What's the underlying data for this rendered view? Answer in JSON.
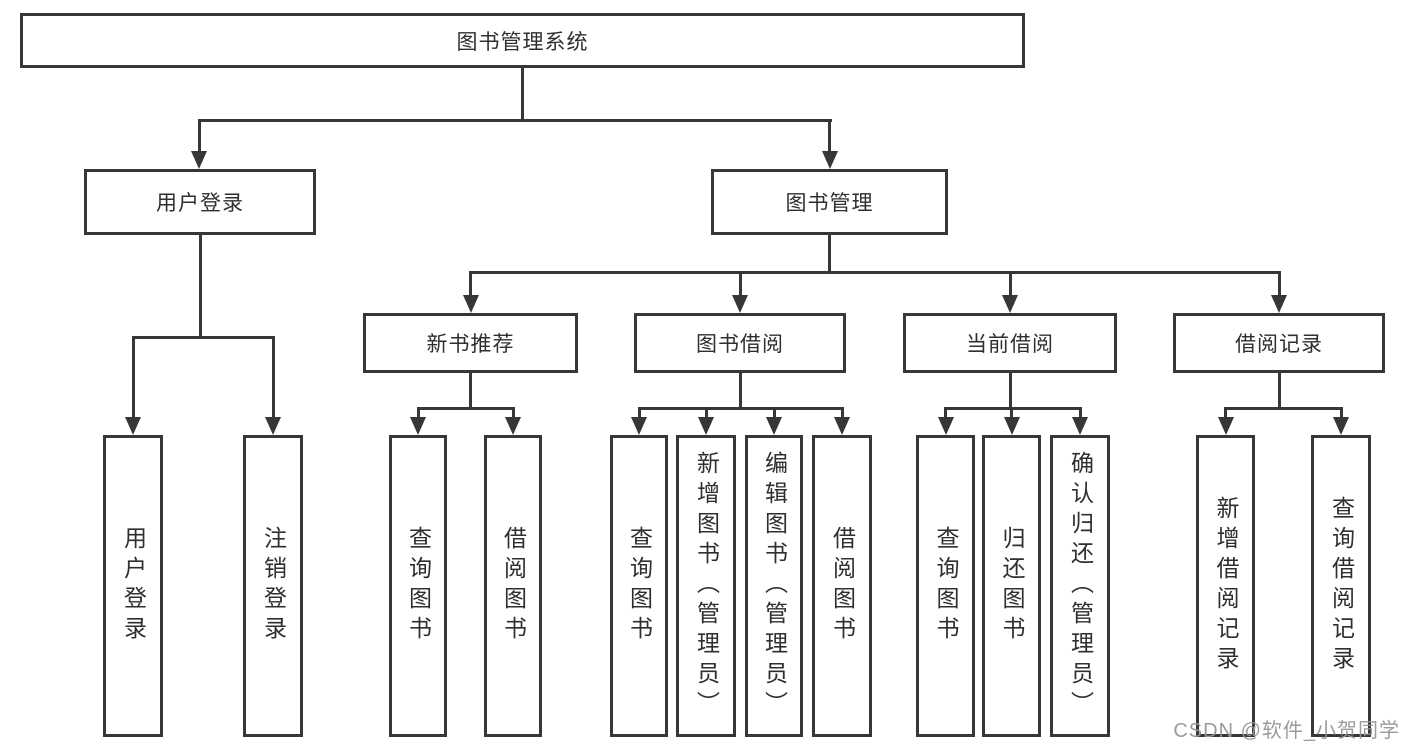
{
  "tree": {
    "label": "图书管理系统",
    "children": [
      {
        "label": "用户登录",
        "children": [
          {
            "label": "用户登录"
          },
          {
            "label": "注销登录"
          }
        ]
      },
      {
        "label": "图书管理",
        "children": [
          {
            "label": "新书推荐",
            "children": [
              {
                "label": "查询图书"
              },
              {
                "label": "借阅图书"
              }
            ]
          },
          {
            "label": "图书借阅",
            "children": [
              {
                "label": "查询图书"
              },
              {
                "label": "新增图书（管理员）"
              },
              {
                "label": "编辑图书（管理员）"
              },
              {
                "label": "借阅图书"
              }
            ]
          },
          {
            "label": "当前借阅",
            "children": [
              {
                "label": "查询图书"
              },
              {
                "label": "归还图书"
              },
              {
                "label": "确认归还（管理员）"
              }
            ]
          },
          {
            "label": "借阅记录",
            "children": [
              {
                "label": "新增借阅记录"
              },
              {
                "label": "查询借阅记录"
              }
            ]
          }
        ]
      }
    ]
  },
  "watermark": "CSDN @软件_小贺同学",
  "colors": {
    "line": "#373737",
    "text": "#2f2f2f",
    "background": "#ffffff",
    "watermark": "#969696"
  }
}
